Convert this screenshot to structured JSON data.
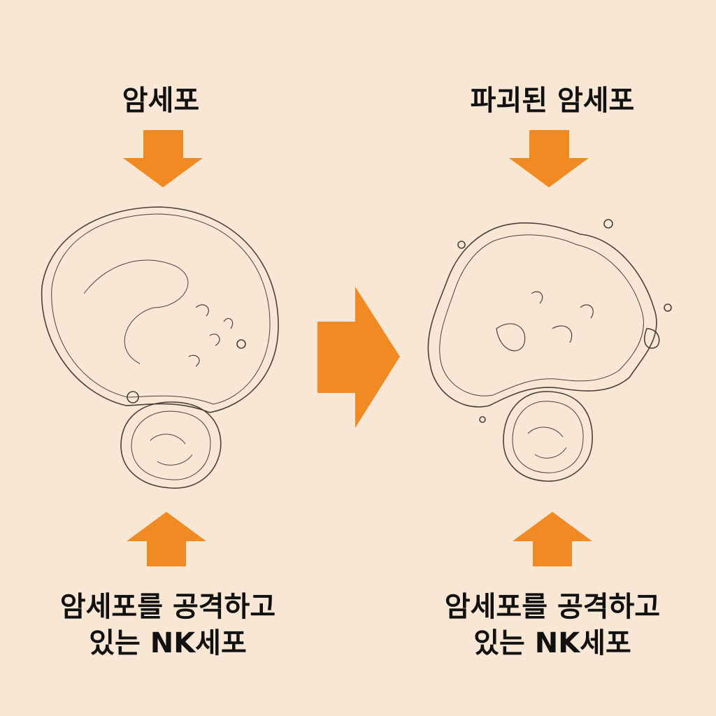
{
  "left_panel": {
    "top_label": "암세포",
    "bottom_label_line1": "암세포를 공격하고",
    "bottom_label_line2": "있는 NK세포"
  },
  "right_panel": {
    "top_label": "파괴된 암세포",
    "bottom_label_line1": "암세포를 공격하고",
    "bottom_label_line2": "있는 NK세포"
  },
  "colors": {
    "background": "#f9e7d5",
    "arrow": "#f28a24",
    "sketch": "#4a4038"
  }
}
